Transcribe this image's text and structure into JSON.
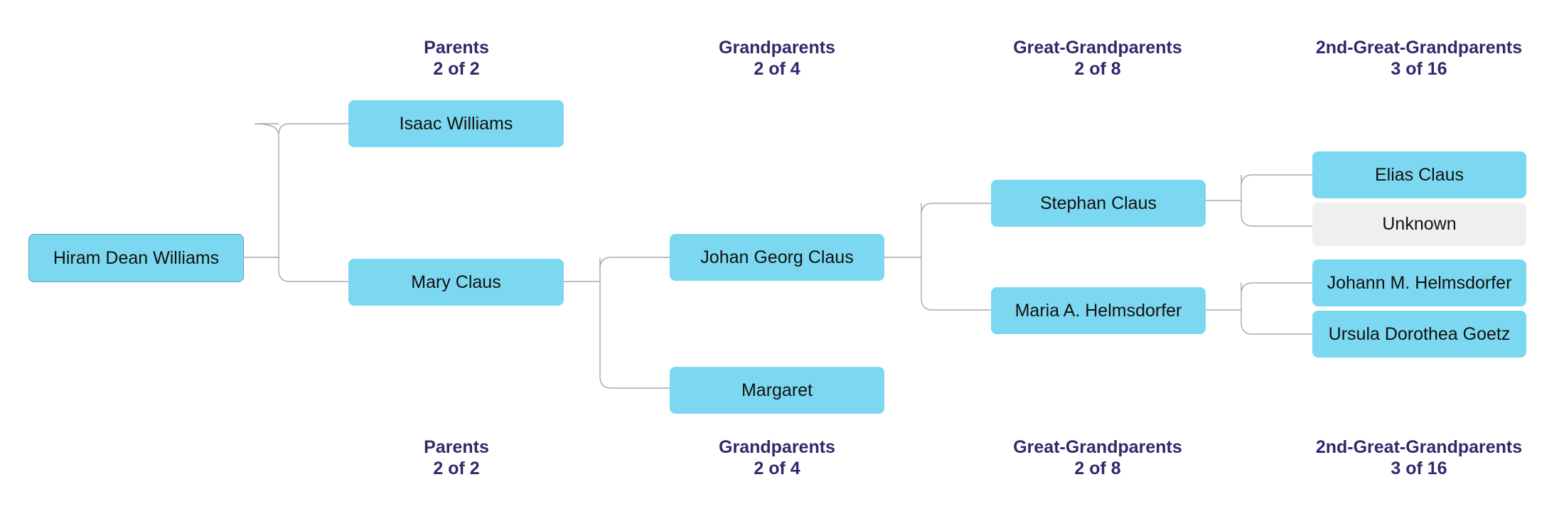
{
  "colors": {
    "node_fill": "#7cd8f0",
    "unknown_fill": "#efefef",
    "header_text": "#2e2a6b",
    "connector": "#a8a8a8"
  },
  "headers": {
    "parents": {
      "title": "Parents",
      "count": "2 of 2"
    },
    "grandparents": {
      "title": "Grandparents",
      "count": "2 of 4"
    },
    "great_grandparents": {
      "title": "Great-Grandparents",
      "count": "2 of 8"
    },
    "second_great_grandparents": {
      "title": "2nd-Great-Grandparents",
      "count": "3 of 16"
    }
  },
  "people": {
    "root": "Hiram Dean Williams",
    "father": "Isaac Williams",
    "mother": "Mary Claus",
    "maternal_grandfather": "Johan Georg Claus",
    "maternal_grandmother": "Margaret",
    "gg_father": "Stephan Claus",
    "gg_mother": "Maria A. Helmsdorfer",
    "ggg_1": "Elias Claus",
    "ggg_2": "Unknown",
    "ggg_3": "Johann M. Helmsdorfer",
    "ggg_4": "Ursula Dorothea Goetz"
  }
}
